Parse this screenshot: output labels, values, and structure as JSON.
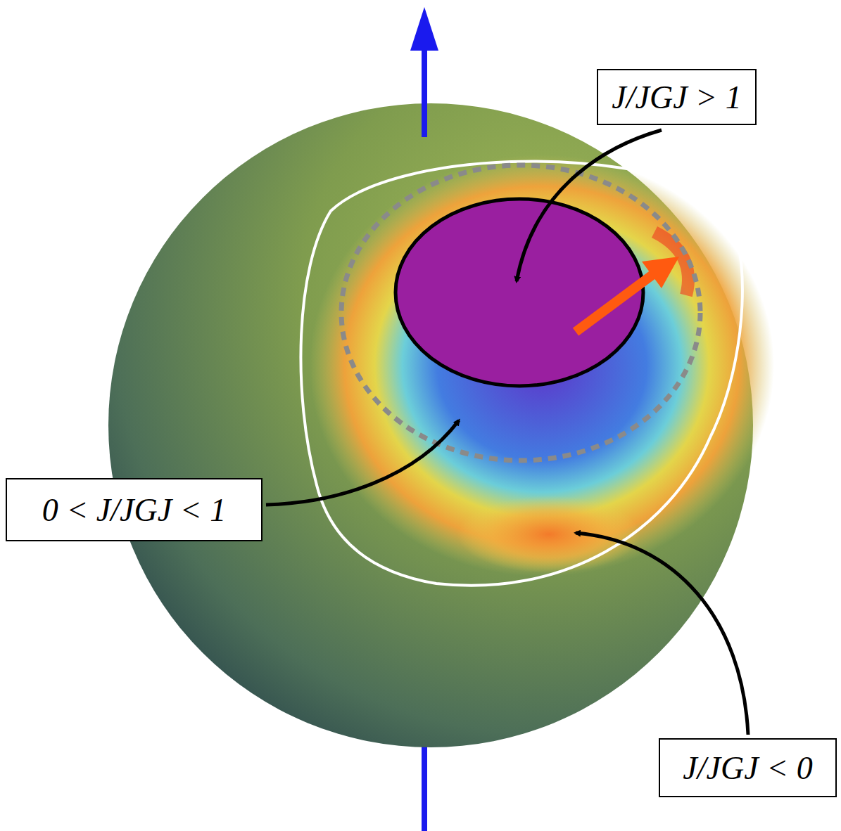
{
  "diagram": {
    "nodes": [
      {
        "text": [
          "J/JGJ > 1"
        ]
      },
      {
        "text": [
          "0 < J/JGJ < 1"
        ]
      },
      {
        "text": [
          "J/JGJ < 0"
        ]
      }
    ]
  }
}
